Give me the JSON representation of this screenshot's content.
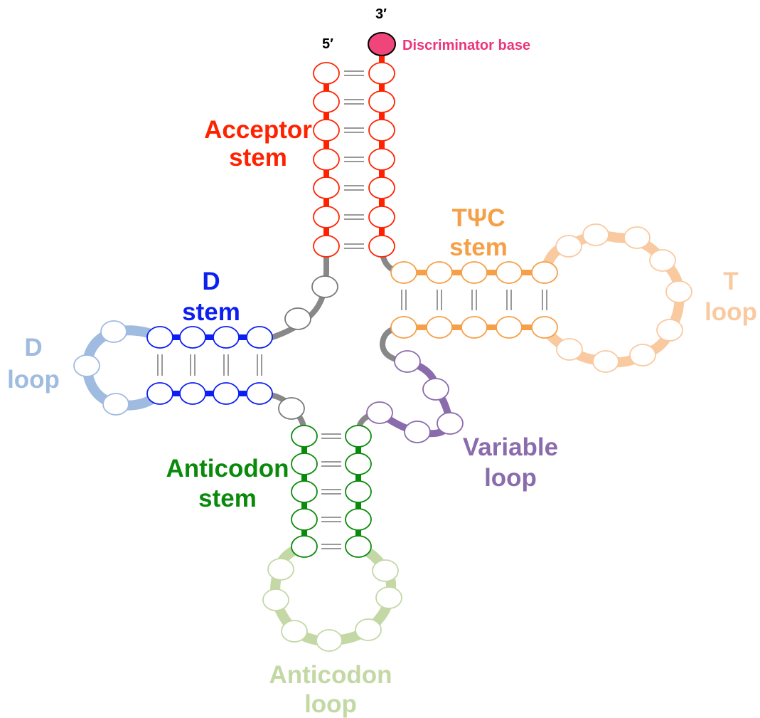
{
  "labels": {
    "prime3": "3′",
    "prime5": "5′",
    "discriminator": "Discriminator base",
    "acceptor_1": "Acceptor",
    "acceptor_2": "stem",
    "tpsic_1": "TΨC",
    "tpsic_2": "stem",
    "tloop_1": "T",
    "tloop_2": "loop",
    "dstem_1": "D",
    "dstem_2": "stem",
    "dloop_1": "D",
    "dloop_2": "loop",
    "variable_1": "Variable",
    "variable_2": "loop",
    "anticodon_stem_1": "Anticodon",
    "anticodon_stem_2": "stem",
    "anticodon_loop_1": "Anticodon",
    "anticodon_loop_2": "loop"
  },
  "colors": {
    "acceptor": "#ff2200",
    "discriminator_fill": "#f0457a",
    "discriminator_text": "#ee3377",
    "tpsic": "#f5a048",
    "tloop": "#f9c9a0",
    "dstem": "#0b1ff0",
    "dloop": "#9fbbdf",
    "anticodon_stem": "#0a8a0a",
    "anticodon_loop": "#c3d8a5",
    "variable": "#8a6bac",
    "linker": "#888888",
    "linker_node": "#7a7a7a",
    "pair": "#999999",
    "text_black": "#000000"
  }
}
